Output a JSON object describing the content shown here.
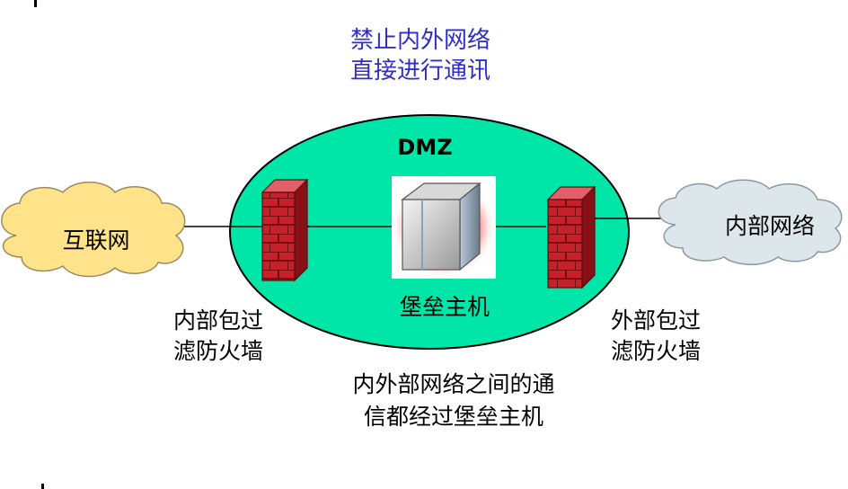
{
  "notice": {
    "line1": "禁止内外网络",
    "line2": "直接进行通讯"
  },
  "dmz_label": "DMZ",
  "internet_label": "互联网",
  "intranet_label": "内部网络",
  "bastion_label": "堡垒主机",
  "inner_firewall": {
    "line1": "内部包过",
    "line2": "滤防火墙"
  },
  "outer_firewall": {
    "line1": "外部包过",
    "line2": "滤防火墙"
  },
  "bottom_note": {
    "line1": "内外部网络之间的通",
    "line2": "信都经过堡垒主机"
  },
  "colors": {
    "notice_text": "#2f2fc8",
    "dmz_fill": "#00e5a8",
    "internet_cloud": "#ffe38a",
    "intranet_cloud": "#dde6ea",
    "firewall_brick": "#c8202a",
    "bastion_glow": "#ff2a2a"
  }
}
